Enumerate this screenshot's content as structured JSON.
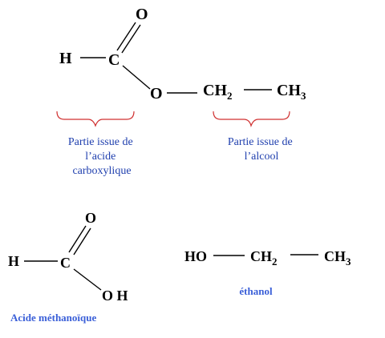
{
  "colors": {
    "atom": "#000000",
    "brace": "#d03030",
    "note_text": "#1f3fae",
    "caption_text": "#3a5fd8"
  },
  "ester": {
    "h": "H",
    "c": "C",
    "o_double": "O",
    "o_single": "O",
    "ch2": {
      "symbol": "CH",
      "index": "2"
    },
    "ch3": {
      "symbol": "CH",
      "index": "3"
    }
  },
  "annotations": {
    "acid_part": [
      "Partie issue de",
      "l’acide",
      "carboxylique"
    ],
    "alcohol_part": [
      "Partie issue de",
      "l’alcool"
    ]
  },
  "acid": {
    "h": "H",
    "c": "C",
    "o_double": "O",
    "oh": "O H",
    "caption": "Acide méthanoïque"
  },
  "alcohol": {
    "ho": "HO",
    "ch2": {
      "symbol": "CH",
      "index": "2"
    },
    "ch3": {
      "symbol": "CH",
      "index": "3"
    },
    "caption": "éthanol"
  }
}
